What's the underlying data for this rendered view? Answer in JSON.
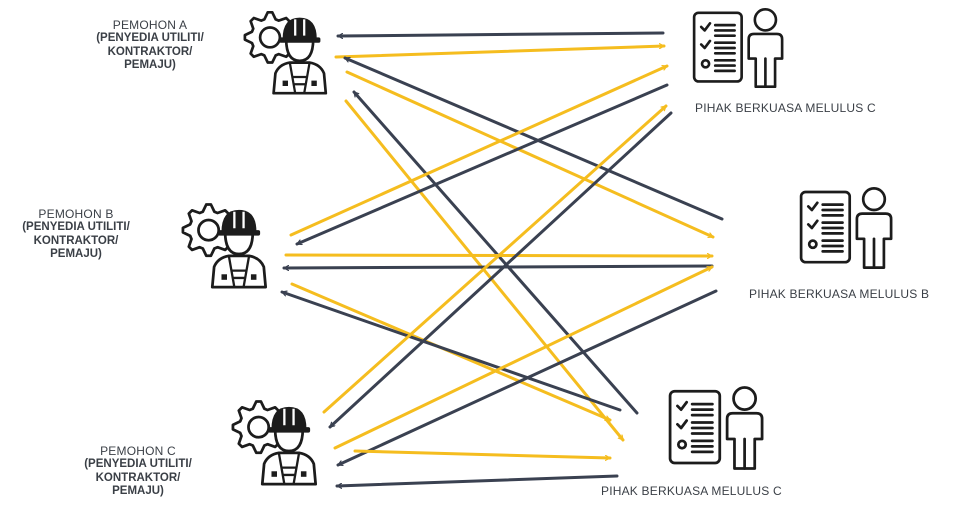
{
  "applicants": [
    {
      "name": "PEMOHON A",
      "detail": [
        "(PENYEDIA UTILITI/",
        "KONTRAKTOR/",
        "PEMAJU)"
      ]
    },
    {
      "name": "PEMOHON B",
      "detail": [
        "(PENYEDIA UTILITI/",
        "KONTRAKTOR/",
        "PEMAJU)"
      ]
    },
    {
      "name": "PEMOHON C",
      "detail": [
        "(PENYEDIA UTILITI/",
        "KONTRAKTOR/",
        "PEMAJU)"
      ]
    }
  ],
  "authorities": [
    {
      "label": "PIHAK BERKUASA MELULUS C"
    },
    {
      "label": "PIHAK BERKUASA MELULUS  B"
    },
    {
      "label": "PIHAK BERKUASA MELULUS C"
    }
  ],
  "colors": {
    "request_arrow": "#f5bd1f",
    "response_arrow": "#3a4151",
    "icon_stroke": "#1c1c1c",
    "helmet": "#1c1c1c"
  },
  "icons": {
    "applicant": "engineer-with-gear-icon",
    "authority": "checklist-person-icon"
  }
}
